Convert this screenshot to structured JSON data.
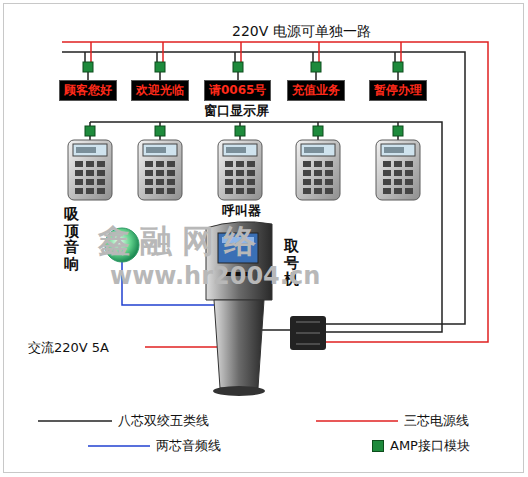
{
  "diagram": {
    "nodes": [
      {
        "text": [
          "顾客您好"
        ]
      },
      {
        "text": [
          "欢迎光临"
        ]
      },
      {
        "text": [
          "请0065号"
        ]
      },
      {
        "text": [
          "充值业务"
        ]
      },
      {
        "text": [
          "暂停办理"
        ]
      }
    ],
    "labels": [
      "220V 电源可单独一路",
      "窗口显示屏",
      "呼叫器",
      "吸顶音响",
      "取号机",
      "交流220V 5A",
      "鑫融网络",
      "www.hr2004.cn"
    ],
    "legend": [
      {
        "text": "八芯双绞五类线"
      },
      {
        "text": "三芯电源线"
      },
      {
        "text": "两芯音频线"
      },
      {
        "text": "AMP接口模块",
        "color": "#1e8a3c"
      }
    ]
  }
}
